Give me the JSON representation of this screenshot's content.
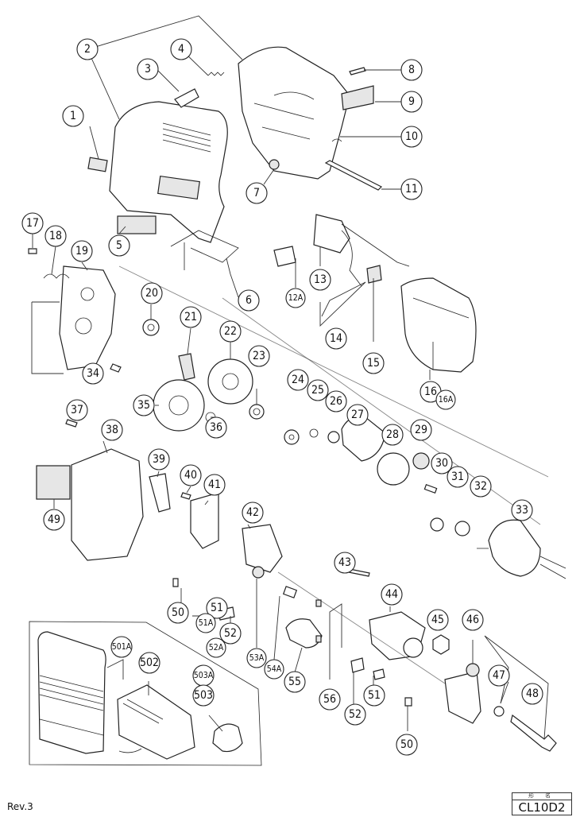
{
  "document": {
    "type": "exploded parts diagram",
    "revision": "Rev.3",
    "model_box": {
      "header": "形 名",
      "model": "CL10D2"
    }
  },
  "callouts": [
    {
      "id": "c1",
      "label": "1"
    },
    {
      "id": "c2",
      "label": "2"
    },
    {
      "id": "c3",
      "label": "3"
    },
    {
      "id": "c4",
      "label": "4"
    },
    {
      "id": "c5",
      "label": "5"
    },
    {
      "id": "c6",
      "label": "6"
    },
    {
      "id": "c7",
      "label": "7"
    },
    {
      "id": "c8",
      "label": "8"
    },
    {
      "id": "c9",
      "label": "9"
    },
    {
      "id": "c10",
      "label": "10"
    },
    {
      "id": "c11",
      "label": "11"
    },
    {
      "id": "c12a",
      "label": "12A"
    },
    {
      "id": "c13",
      "label": "13"
    },
    {
      "id": "c14",
      "label": "14"
    },
    {
      "id": "c15",
      "label": "15"
    },
    {
      "id": "c16",
      "label": "16"
    },
    {
      "id": "c16a",
      "label": "16A"
    },
    {
      "id": "c17",
      "label": "17"
    },
    {
      "id": "c18",
      "label": "18"
    },
    {
      "id": "c19",
      "label": "19"
    },
    {
      "id": "c20",
      "label": "20"
    },
    {
      "id": "c21",
      "label": "21"
    },
    {
      "id": "c22",
      "label": "22"
    },
    {
      "id": "c23",
      "label": "23"
    },
    {
      "id": "c24",
      "label": "24"
    },
    {
      "id": "c25",
      "label": "25"
    },
    {
      "id": "c26",
      "label": "26"
    },
    {
      "id": "c27",
      "label": "27"
    },
    {
      "id": "c28",
      "label": "28"
    },
    {
      "id": "c29",
      "label": "29"
    },
    {
      "id": "c30",
      "label": "30"
    },
    {
      "id": "c31",
      "label": "31"
    },
    {
      "id": "c32",
      "label": "32"
    },
    {
      "id": "c33",
      "label": "33"
    },
    {
      "id": "c34",
      "label": "34"
    },
    {
      "id": "c35",
      "label": "35"
    },
    {
      "id": "c36",
      "label": "36"
    },
    {
      "id": "c37",
      "label": "37"
    },
    {
      "id": "c38",
      "label": "38"
    },
    {
      "id": "c39",
      "label": "39"
    },
    {
      "id": "c40",
      "label": "40"
    },
    {
      "id": "c41",
      "label": "41"
    },
    {
      "id": "c42",
      "label": "42"
    },
    {
      "id": "c43",
      "label": "43"
    },
    {
      "id": "c44",
      "label": "44"
    },
    {
      "id": "c45",
      "label": "45"
    },
    {
      "id": "c46",
      "label": "46"
    },
    {
      "id": "c47",
      "label": "47"
    },
    {
      "id": "c48",
      "label": "48"
    },
    {
      "id": "c49",
      "label": "49"
    },
    {
      "id": "c50a",
      "label": "50"
    },
    {
      "id": "c50b",
      "label": "50"
    },
    {
      "id": "c51a",
      "label": "51"
    },
    {
      "id": "c51aa",
      "label": "51A"
    },
    {
      "id": "c51b",
      "label": "51"
    },
    {
      "id": "c52a",
      "label": "52"
    },
    {
      "id": "c52aa",
      "label": "52A"
    },
    {
      "id": "c52b",
      "label": "52"
    },
    {
      "id": "c53a",
      "label": "53A"
    },
    {
      "id": "c54a",
      "label": "54A"
    },
    {
      "id": "c55",
      "label": "55"
    },
    {
      "id": "c56",
      "label": "56"
    },
    {
      "id": "c501a",
      "label": "501A"
    },
    {
      "id": "c502",
      "label": "502"
    },
    {
      "id": "c503a",
      "label": "503A"
    },
    {
      "id": "c503",
      "label": "503"
    }
  ]
}
